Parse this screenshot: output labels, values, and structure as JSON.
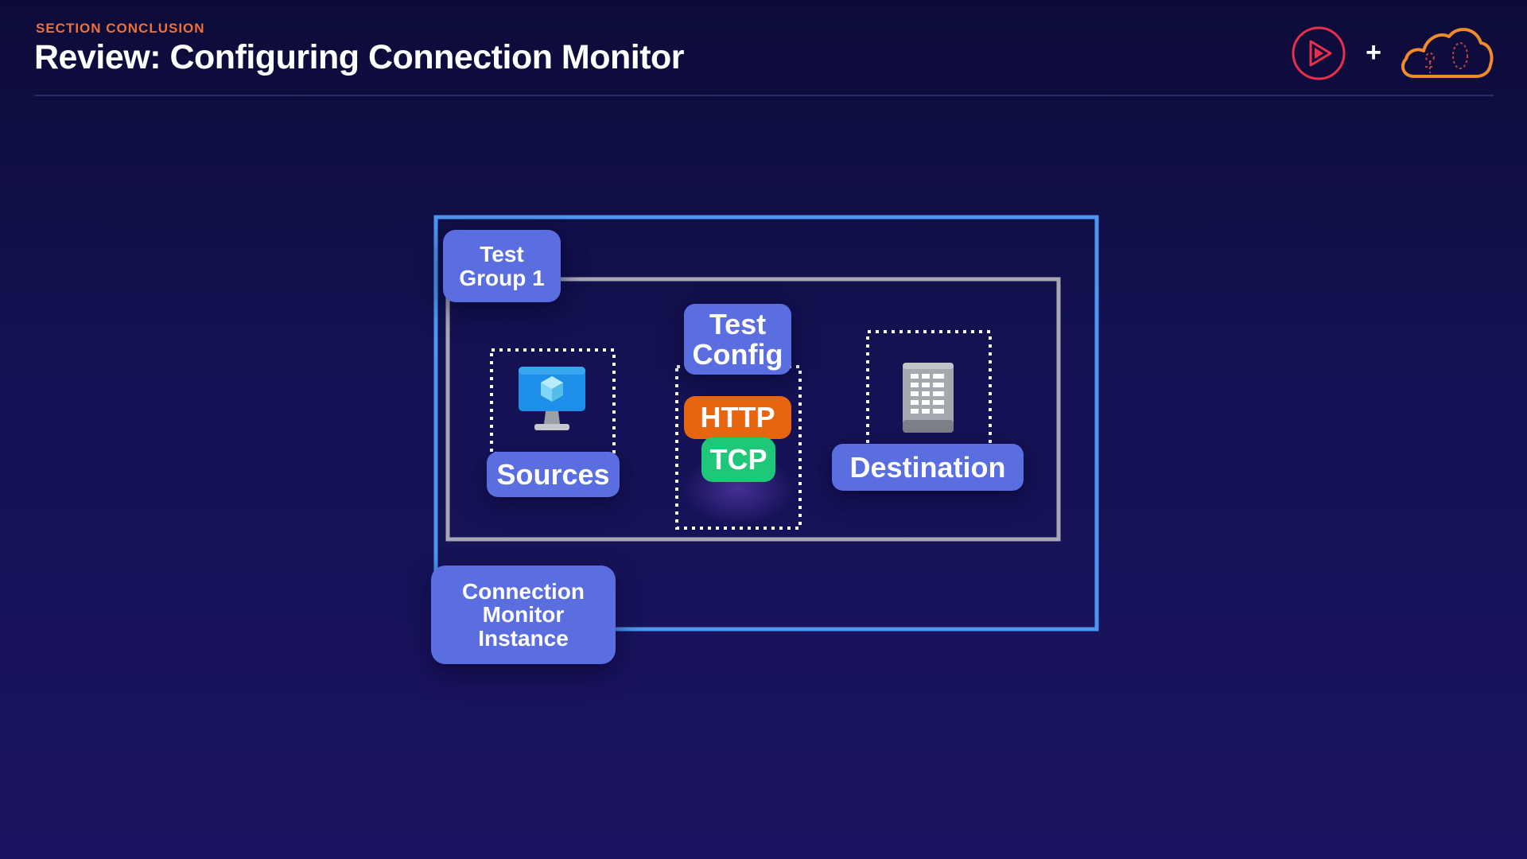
{
  "header": {
    "eyebrow": "SECTION CONCLUSION",
    "title": "Review: Configuring Connection Monitor",
    "plus": "+"
  },
  "diagram": {
    "connection_monitor_label": [
      "Connection",
      "Monitor",
      "Instance"
    ],
    "test_group_label": [
      "Test",
      "Group 1"
    ],
    "test_config_label": [
      "Test",
      "Config"
    ],
    "protocols": [
      "HTTP",
      "TCP"
    ],
    "sources_label": "Sources",
    "destination_label": "Destination"
  },
  "colors": {
    "accent_orange": "#f0703a",
    "label_blue": "#5a6ee0",
    "outer_border_blue": "#4c95f0",
    "inner_border_gray": "#a8a8b4",
    "http_orange": "#e8650f",
    "tcp_green": "#1ec878",
    "logo_red": "#e8304a",
    "logo_orange": "#f08a2a"
  },
  "icons": [
    "play-logo-icon",
    "cloud-logo-icon",
    "virtual-machine-icon",
    "server-icon"
  ]
}
